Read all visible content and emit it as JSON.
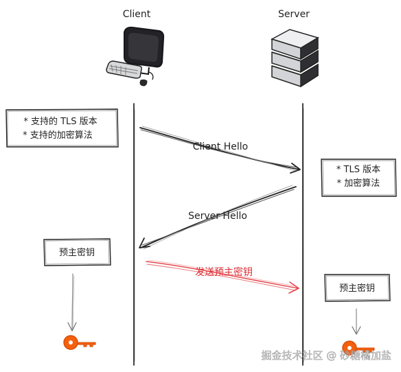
{
  "participants": {
    "client": "Client",
    "server": "Server"
  },
  "client_box": {
    "line1": "* 支持的 TLS 版本",
    "line2": "* 支持的加密算法"
  },
  "server_box": {
    "line1": "* TLS 版本",
    "line2": "* 加密算法"
  },
  "messages": {
    "client_hello": "Client Hello",
    "server_hello": "Server Hello",
    "send_premaster": "发送预主密钥"
  },
  "premaster_client": "预主密钥",
  "premaster_server": "预主密钥",
  "watermark": "掘金技术社区 @ 砂糖橘加盐",
  "colors": {
    "line": "#222222",
    "arrow_gray": "#666666",
    "red_arrow": "#e4474b",
    "red_text": "#dc2f35",
    "key": "#f5600e",
    "server_light": "#d5d6d8",
    "server_dark": "#2f2f33",
    "computer_dark": "#25252a"
  },
  "icons": {
    "client_device": "desktop-computer-icon",
    "server_device": "server-rack-icon",
    "key": "key-icon"
  }
}
